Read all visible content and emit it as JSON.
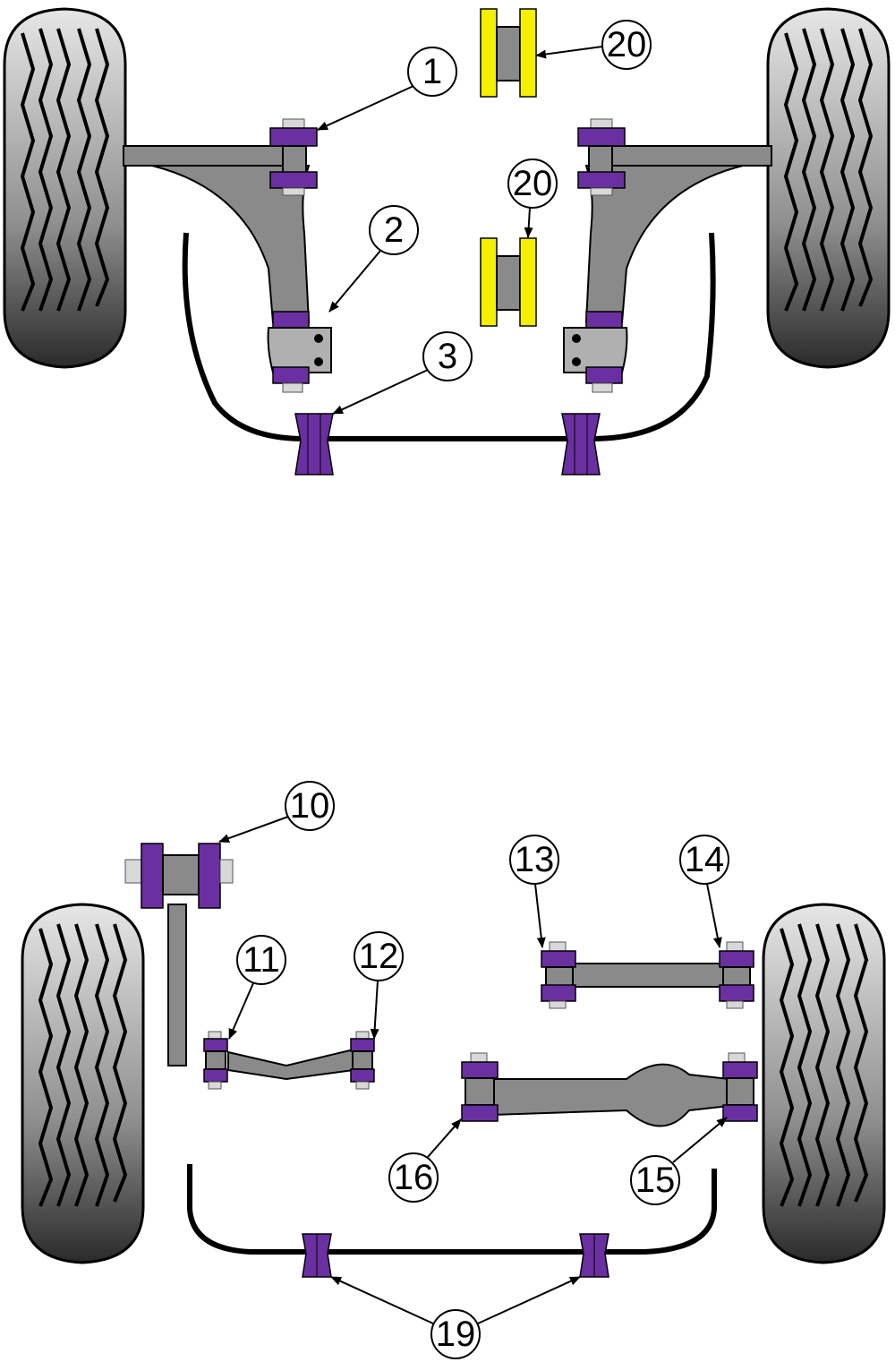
{
  "front_axle": {
    "labels": {
      "part_1": "1",
      "part_2": "2",
      "part_3": "3",
      "part_20_top": "20",
      "part_20_mid": "20"
    }
  },
  "rear_axle": {
    "labels": {
      "part_10": "10",
      "part_11": "11",
      "part_12": "12",
      "part_13": "13",
      "part_14": "14",
      "part_15": "15",
      "part_16": "16",
      "part_19": "19"
    }
  },
  "colors": {
    "bush_purple": "#6a2fa0",
    "bush_yellow": "#f5ef00",
    "arm_grey": "#8a8a8a"
  }
}
